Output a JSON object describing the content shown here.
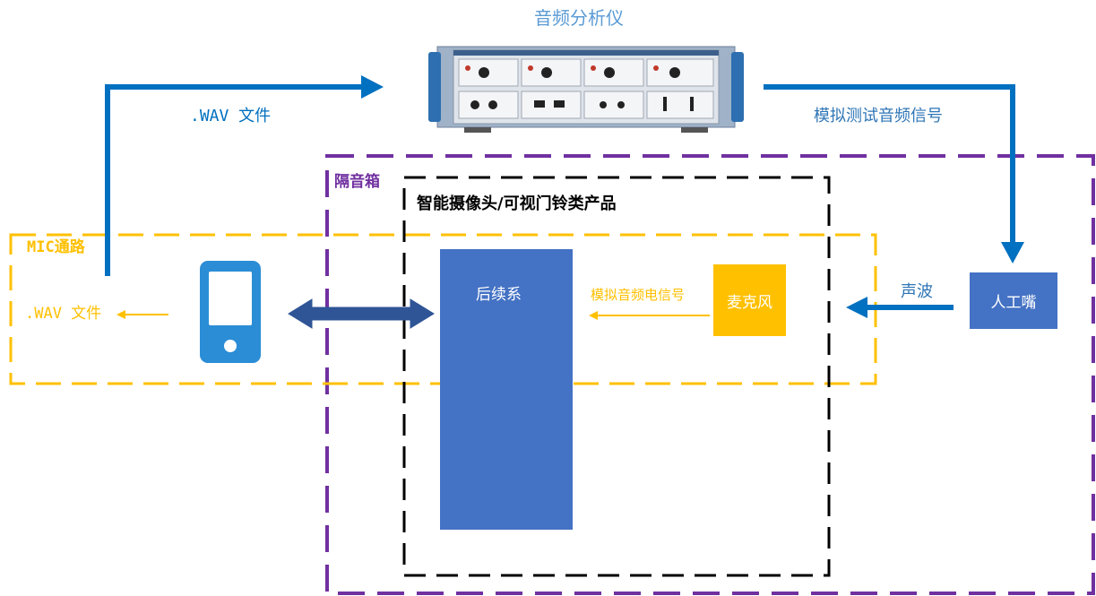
{
  "diagram": {
    "analyzer_title": "音频分析仪",
    "wav_file_top": ".WAV 文件",
    "simulated_test_signal": "模拟测试音频信号",
    "isolation_box_label": "隔音箱",
    "product_label": "智能摄像头/可视门铃类产品",
    "mic_path_label": "MIC通路",
    "wav_file_left": ".WAV 文件",
    "subsystem_label": "后续系",
    "analog_electric_signal": "模拟音频电信号",
    "microphone_label": "麦克风",
    "sound_wave_label": "声波",
    "artificial_mouth_label": "人工嘴"
  },
  "colors": {
    "blue_arrow": "#0070c0",
    "box_blue": "#4472c4",
    "yellow": "#ffc000",
    "purple": "#7030a0",
    "black": "#000000",
    "phone_blue": "#2b8dd6"
  },
  "icons": {
    "phone": "smartphone-icon",
    "analyzer": "audio-analyzer-device"
  }
}
